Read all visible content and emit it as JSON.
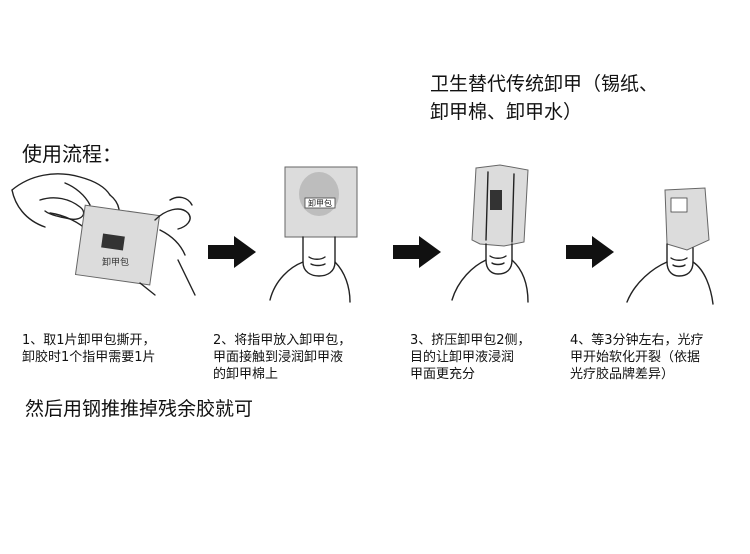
{
  "headline": {
    "line1": "卫生替代传统卸甲（锡纸、",
    "line2": "卸甲棉、卸甲水）"
  },
  "flow_title": "使用流程：",
  "steps": [
    {
      "line1": "1、取1片卸甲包撕开，",
      "line2": "卸胶时1个指甲需要1片",
      "line3": ""
    },
    {
      "line1": "2、将指甲放入卸甲包，",
      "line2": "甲面接触到浸润卸甲液",
      "line3": "的卸甲棉上"
    },
    {
      "line1": "3、挤压卸甲包2侧，",
      "line2": "目的让卸甲液浸润",
      "line3": "甲面更充分"
    },
    {
      "line1": "4、等3分钟左右，光疗",
      "line2": "甲开始软化开裂（依据",
      "line3": "光疗胶品牌差异）"
    }
  ],
  "footer": "然后用钢推推掉残余胶就可",
  "packet_text": {
    "step1_label": "卸甲包",
    "step2_label": "卸甲包"
  },
  "colors": {
    "ink": "#111111",
    "packet": "#dcdcdc"
  }
}
